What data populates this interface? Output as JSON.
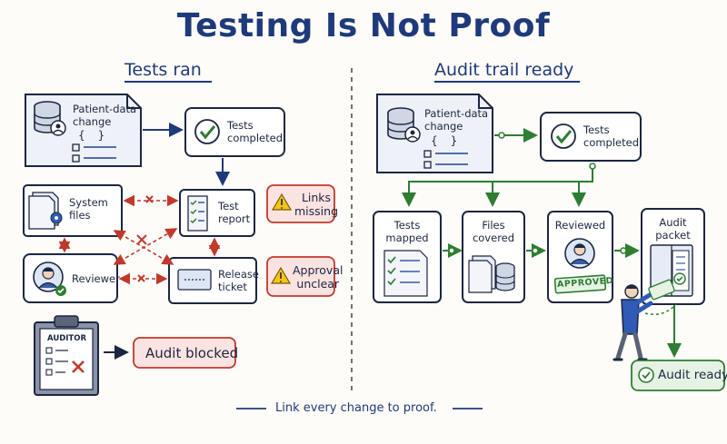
{
  "title": "Testing Is Not Proof",
  "left": {
    "heading": "Tests ran",
    "patient_change": [
      "Patient-data",
      "change"
    ],
    "tests_completed": [
      "Tests",
      "completed"
    ],
    "system_files": [
      "System",
      "files"
    ],
    "test_report": [
      "Test",
      "report"
    ],
    "links_missing": [
      "Links",
      "missing"
    ],
    "reviewer": "Reviewer",
    "release_ticket": [
      "Release",
      "ticket"
    ],
    "approval_unclear": [
      "Approval",
      "unclear"
    ],
    "auditor_label": "AUDITOR",
    "audit_blocked": "Audit blocked"
  },
  "right": {
    "heading": "Audit trail ready",
    "patient_change": [
      "Patient-data",
      "change"
    ],
    "tests_completed": [
      "Tests",
      "completed"
    ],
    "tests_mapped": [
      "Tests",
      "mapped"
    ],
    "files_covered": [
      "Files",
      "covered"
    ],
    "reviewed": "Reviewed",
    "approved_stamp": "APPROVED",
    "audit_packet": [
      "Audit",
      "packet"
    ],
    "audit_ready": "Audit ready"
  },
  "footer": "Link every change to proof.",
  "colors": {
    "ink": "#1c2640",
    "heading_blue": "#1f3a7a",
    "warn_red": "#c0392b",
    "warn_fill": "#fbe3e1",
    "ok_green": "#2e7d32",
    "ok_fill": "#e6f3e4",
    "warning_yellow": "#f5c518"
  }
}
